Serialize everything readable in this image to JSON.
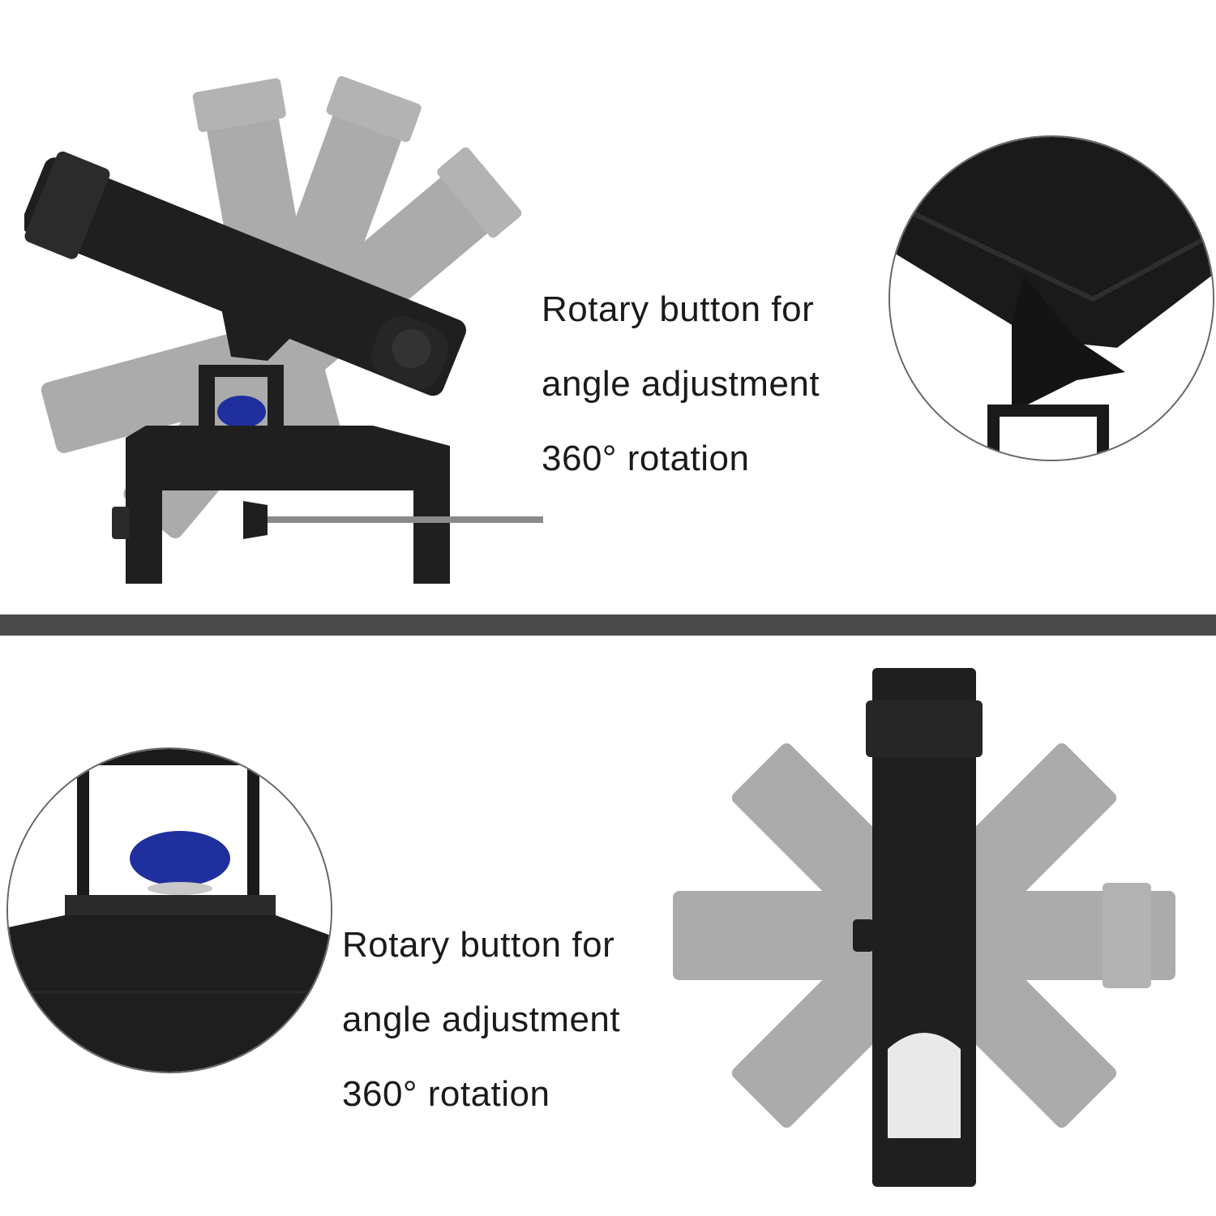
{
  "top": {
    "caption": {
      "line1": "Rotary button for",
      "line2": "angle adjustment",
      "line3": "360° rotation"
    }
  },
  "bottom": {
    "caption": {
      "line1": "Rotary button for",
      "line2": "angle adjustment",
      "line3": "360° rotation"
    }
  },
  "colors": {
    "product": "#1f1f1f",
    "ghost": "#8a8a8a",
    "knob": "#1f2f9e",
    "divider": "#4a4a4a"
  }
}
